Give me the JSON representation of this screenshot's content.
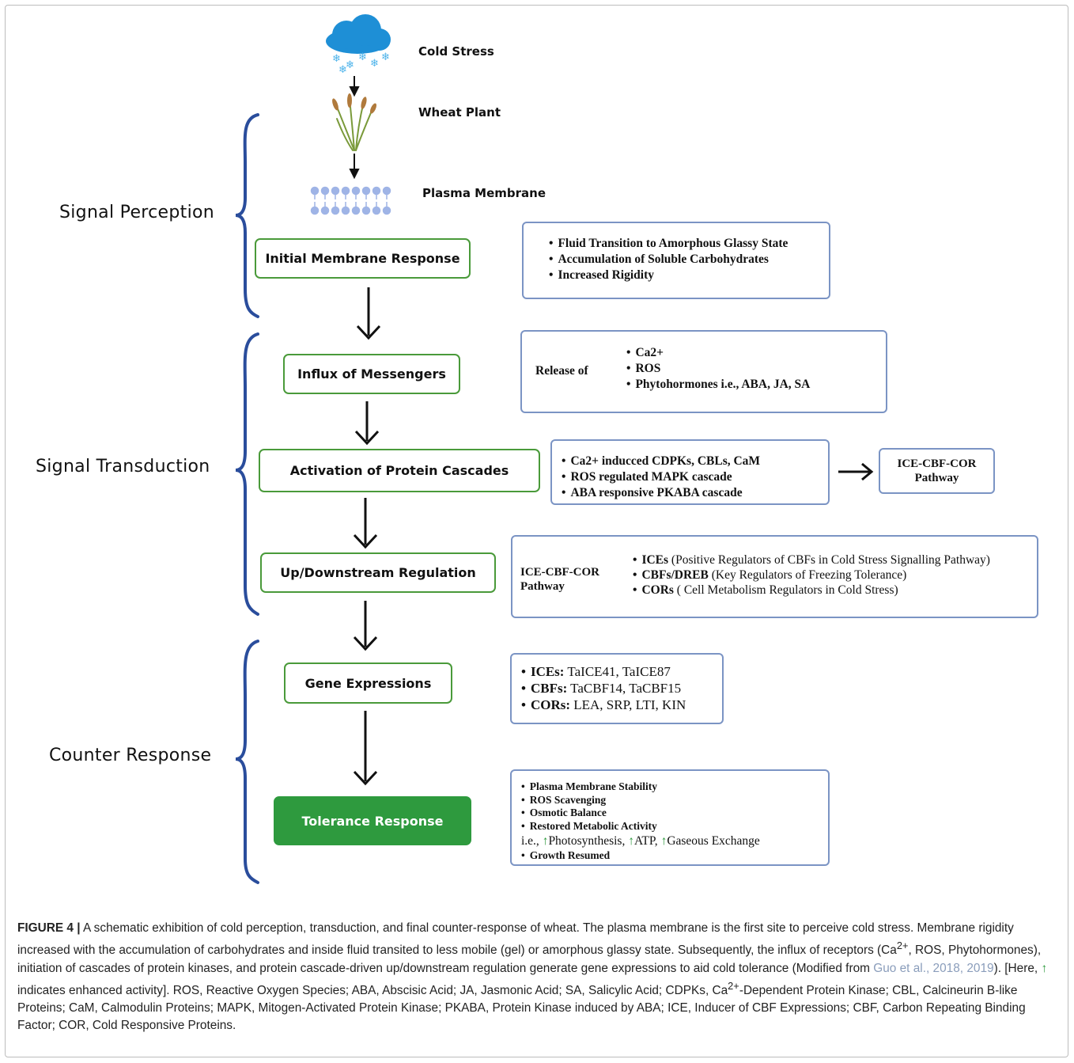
{
  "top": {
    "cold_stress": "Cold Stress",
    "wheat_plant": "Wheat Plant",
    "plasma_membrane": "Plasma Membrane"
  },
  "stages": {
    "perception": "Signal Perception",
    "transduction": "Signal Transduction",
    "counter": "Counter Response"
  },
  "steps": {
    "initial": "Initial Membrane Response",
    "influx": "Influx of Messengers",
    "activation": "Activation of Protein Cascades",
    "regulation": "Up/Downstream Regulation",
    "gene": "Gene Expressions",
    "tolerance": "Tolerance Response"
  },
  "boxes": {
    "membrane": [
      "Fluid Transition to Amorphous Glassy State",
      "Accumulation of Soluble Carbohydrates",
      "Increased Rigidity"
    ],
    "release_label": "Release of",
    "release": [
      "Ca2+",
      "ROS",
      "Phytohormones i.e., ABA, JA, SA"
    ],
    "cascades": [
      "Ca2+ inducced CDPKs, CBLs, CaM",
      "ROS regulated MAPK cascade",
      "ABA responsive PKABA cascade"
    ],
    "pathway_label": "ICE-CBF-COR Pathway",
    "regulation_label": "ICE-CBF-COR Pathway",
    "regulation": [
      {
        "bold": "ICEs",
        "rest": " (Positive Regulators of CBFs in Cold Stress Signalling Pathway)"
      },
      {
        "bold": "CBFs/DREB",
        "rest": " (Key Regulators of Freezing Tolerance)"
      },
      {
        "bold": "CORs",
        "rest": " ( Cell Metabolism Regulators in Cold Stress)"
      }
    ],
    "genes": [
      {
        "bold": "ICEs:",
        "rest": " TaICE41, TaICE87"
      },
      {
        "bold": "CBFs:",
        "rest": " TaCBF14, TaCBF15"
      },
      {
        "bold": "CORs:",
        "rest": " LEA, SRP, LTI, KIN"
      }
    ],
    "tolerance": [
      "Plasma Membrane Stability",
      "ROS Scavenging",
      "Osmotic Balance",
      "Restored Metabolic Activity"
    ],
    "tolerance_ie": {
      "prefix": "i.e., ",
      "a": "Photosynthesis, ",
      "b": "ATP, ",
      "c": "Gaseous Exchange",
      "arrow": "↑"
    },
    "tolerance_last": "Growth Resumed"
  },
  "caption": {
    "fig_label": "FIGURE 4 |",
    "p1": " A schematic exhibition of cold perception, transduction, and final counter-response of wheat. The plasma membrane is the first site to perceive cold stress. Membrane rigidity increased with the accumulation of carbohydrates and inside fluid transited to less mobile (gel) or amorphous glassy state. Subsequently, the influx of receptors (Ca",
    "sup1": "2+",
    "p2": ", ROS, Phytohormones), initiation of cascades of protein kinases, and protein cascade-driven up/downstream regulation generate gene expressions to aid cold tolerance (Modified from ",
    "ref": "Guo et al., 2018, 2019",
    "p3": "). [Here, ",
    "arrow": "↑",
    "p4": " indicates enhanced activity]. ROS, Reactive Oxygen Species; ABA, Abscisic Acid; JA, Jasmonic Acid; SA, Salicylic Acid; CDPKs, Ca",
    "sup2": "2+",
    "p5": "-Dependent Protein Kinase; CBL, Calcineurin B-like Proteins; CaM, Calmodulin Proteins; MAPK, Mitogen-Activated Protein Kinase; PKABA, Protein Kinase induced by ABA; ICE, Inducer of CBF Expressions; CBF, Carbon Repeating Binding Factor; COR, Cold Responsive Proteins."
  }
}
